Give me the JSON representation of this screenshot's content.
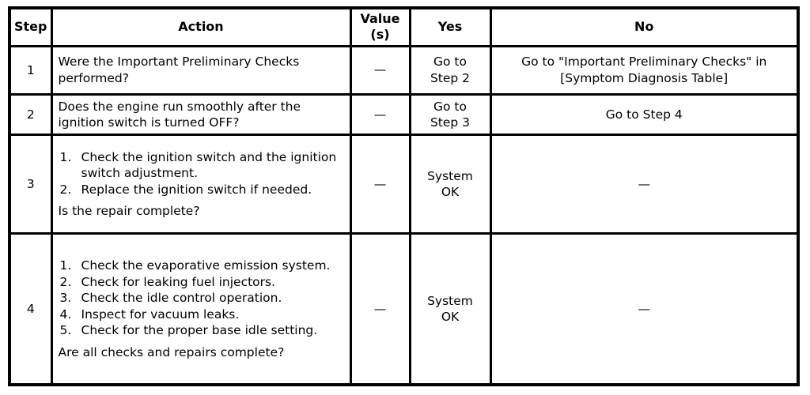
{
  "page": {
    "background_color": "#ffffff",
    "text_color": "#000000",
    "border_color": "#000000"
  },
  "table": {
    "headers": {
      "step": "Step",
      "action": "Action",
      "value": "Value\n(s)",
      "yes": "Yes",
      "no": "No"
    },
    "rows": [
      {
        "step": "1",
        "action": {
          "items": [],
          "question": "Were the Important Preliminary Checks\nperformed?"
        },
        "value": "—",
        "yes": "Go to\nStep 2",
        "no": "Go to \"Important Preliminary Checks\" in\n[Symptom Diagnosis Table]"
      },
      {
        "step": "2",
        "action": {
          "items": [],
          "question": "Does the engine run smoothly after the\nignition switch is turned OFF?"
        },
        "value": "—",
        "yes": "Go to\nStep 3",
        "no": "Go to Step 4"
      },
      {
        "step": "3",
        "action": {
          "items": [
            {
              "num": "1.",
              "text": "Check the ignition switch and the ignition switch adjustment."
            },
            {
              "num": "2.",
              "text": "Replace the ignition switch if needed."
            }
          ],
          "question": "Is the repair complete?"
        },
        "value": "—",
        "yes": "System\nOK",
        "no": "—"
      },
      {
        "step": "4",
        "action": {
          "items": [
            {
              "num": "1.",
              "text": "Check the evaporative emission system."
            },
            {
              "num": "2.",
              "text": "Check for leaking fuel injectors."
            },
            {
              "num": "3.",
              "text": "Check the idle control operation."
            },
            {
              "num": "4.",
              "text": "Inspect for vacuum leaks."
            },
            {
              "num": "5.",
              "text": "Check for the proper base idle setting."
            }
          ],
          "question": "Are all checks and repairs complete?"
        },
        "value": "—",
        "yes": "System\nOK",
        "no": "—"
      }
    ]
  }
}
